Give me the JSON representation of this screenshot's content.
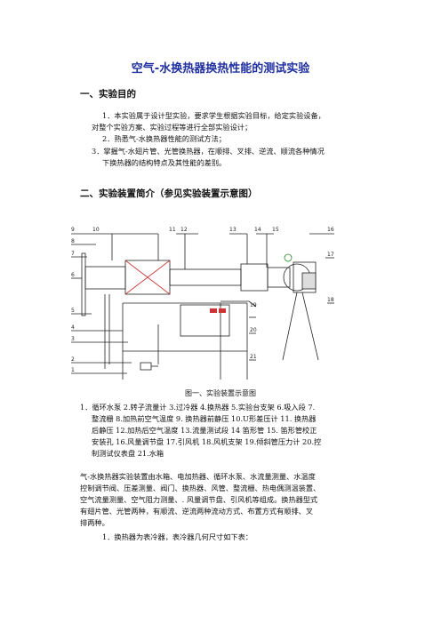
{
  "title": "空气-水换热器换热性能的测试实验",
  "section1": {
    "heading": "一、实验目的",
    "items": [
      "1．本实验属于设计型实验，要求学生根据实验目标，给定实验设备，",
      "对整个实验方案、实验过程等进行全部实验设计；",
      "2．熟悉气-水换热器性能的测试方法；",
      "3．掌握气-水翅片管、光管换热器，在顺排、叉排、逆流、顺流各种情况",
      "下换热器的结构特点及其性能的差别。"
    ]
  },
  "section2": {
    "heading": "二、实验装置简介（参见实验装置示意图）"
  },
  "diagram": {
    "labels": [
      "9",
      "10",
      "8",
      "7",
      "6",
      "5",
      "4",
      "3",
      "2",
      "1",
      "11",
      "12",
      "13",
      "14",
      "15",
      "16",
      "17",
      "18",
      "19",
      "20",
      "21"
    ]
  },
  "figure_caption": "图一、实验装置示意图",
  "legend": [
    "1．循环水泵  2.转子流量计  3.过冷器  4.换热器  5.实验台支架  6.吸入段  7.",
    "整流栅  8.加热前空气温度  9. 换热器前静压  10.U形差压计  11. 换热器",
    "后静压  12.加热后空气温度  13.流量测试段  14  笛形管  15. 笛形管校正",
    "安装孔  16.风量调节盘  17.引风机  18.风机支架  19.倾斜管压力计  20.控",
    "制测试仪表盘  21.水箱"
  ],
  "body_text": [
    "气-水换热器实验装置由水箱、电加热器、循环水泵、水流量测量、水温度",
    "控制调节阀、压差测量、阀门、换热器、风管、整流栅、热电偶测温装置、",
    "空气流量测量、空气阻力测量、. 风量调节盘、引风机等组成。换热器型式",
    "有翅片管、光管两种，有顺流、逆流两种流动方式、布置方式有顺排、叉",
    "排两种。"
  ],
  "last_line": "1．换热器为表冷器，表冷器几何尺寸如下表："
}
